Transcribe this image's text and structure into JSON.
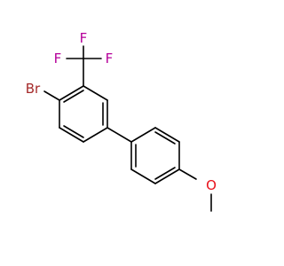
{
  "molecule": {
    "atoms": {
      "bromine": "Br",
      "fluorine_top": "F",
      "fluorine_left": "F",
      "fluorine_right": "F",
      "oxygen": "O"
    },
    "colors": {
      "bond": "#000000",
      "bromine": "#a52a2a",
      "fluorine": "#b5009a",
      "oxygen": "#e8101a"
    }
  }
}
